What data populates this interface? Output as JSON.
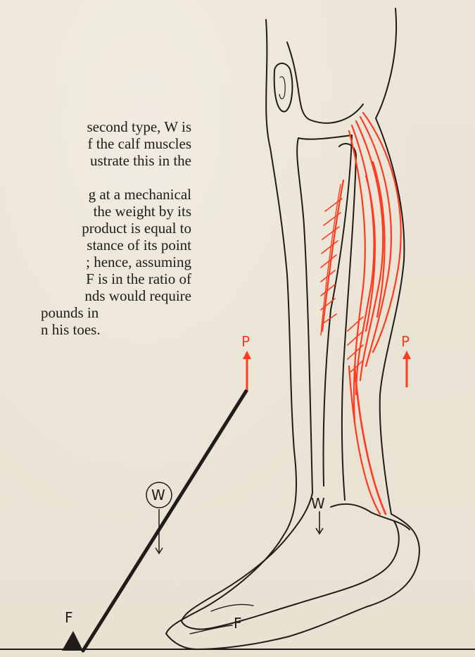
{
  "text": {
    "paragraph1": [
      "second type, W is",
      "f the calf muscles",
      "ustrate this in the"
    ],
    "paragraph2": [
      "g at a mechanical",
      " the weight by its",
      "product is equal to",
      "stance of its point",
      "; hence, assuming",
      "F is in the ratio of",
      "nds would require",
      "pounds in",
      "n his toes."
    ]
  },
  "figure": {
    "lever_labels": {
      "effort": "P",
      "weight": "W",
      "fulcrum": "F"
    },
    "leg_labels": {
      "effort": "P",
      "weight": "W",
      "fulcrum": "F"
    },
    "colors": {
      "muscle": "#ff3a1e",
      "ink": "#1f1c19",
      "paper": "#ebe4d6"
    }
  }
}
